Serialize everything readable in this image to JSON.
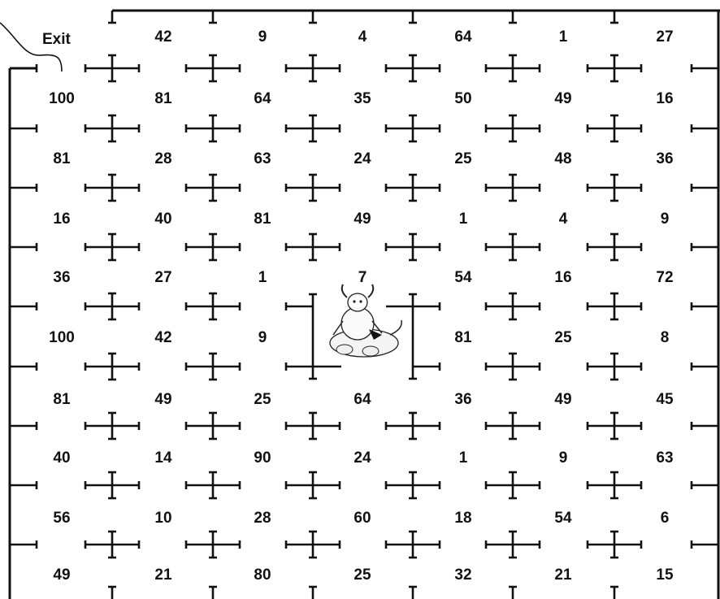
{
  "exit_label": "Exit",
  "grid": [
    [
      "",
      "42",
      "9",
      "4",
      "64",
      "1",
      "27"
    ],
    [
      "100",
      "81",
      "64",
      "35",
      "50",
      "49",
      "16"
    ],
    [
      "81",
      "28",
      "63",
      "24",
      "25",
      "48",
      "36"
    ],
    [
      "16",
      "40",
      "81",
      "49",
      "1",
      "4",
      "9"
    ],
    [
      "36",
      "27",
      "1",
      "7",
      "54",
      "16",
      "72"
    ],
    [
      "100",
      "42",
      "9",
      "",
      "81",
      "25",
      "8"
    ],
    [
      "81",
      "49",
      "25",
      "64",
      "36",
      "49",
      "45"
    ],
    [
      "40",
      "14",
      "90",
      "24",
      "1",
      "9",
      "63"
    ],
    [
      "56",
      "10",
      "28",
      "60",
      "18",
      "54",
      "6"
    ],
    [
      "49",
      "21",
      "80",
      "25",
      "32",
      "21",
      "15"
    ]
  ],
  "minotaur": {
    "icon": "minotaur-icon",
    "row": 5,
    "col": 3
  },
  "exit_cell": {
    "row": 0,
    "col": 0
  }
}
